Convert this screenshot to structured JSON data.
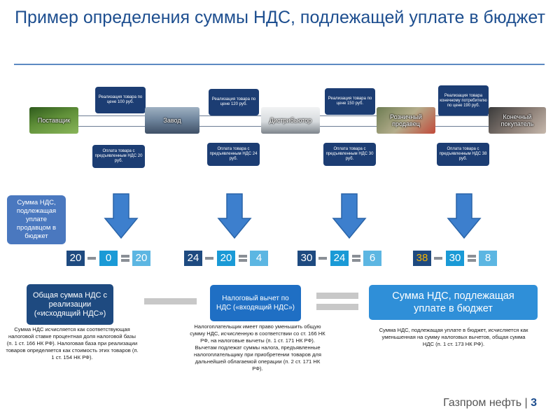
{
  "title": "Пример определения суммы НДС, подлежащей уплате в бюджет",
  "chain": [
    {
      "label": "Поставщик",
      "photo_colors": [
        "#3f6a28",
        "#7aa84a"
      ]
    },
    {
      "label": "Завод",
      "photo_colors": [
        "#56708a",
        "#a9b7c2"
      ]
    },
    {
      "label": "Дистрибьютор",
      "photo_colors": [
        "#8c939a",
        "#e6e8ea"
      ]
    },
    {
      "label": "Розничный продавец",
      "photo_colors": [
        "#5a6a4a",
        "#b7b29a"
      ]
    },
    {
      "label": "Конечный покупатель",
      "photo_colors": [
        "#4a4a4a",
        "#9a8f88"
      ]
    }
  ],
  "sales": [
    "Реализация товара по цене 100 руб.",
    "Реализация товара по цене 120 руб.",
    "Реализация товара по цене 150 руб.",
    "Реализация товара конечному потребителю по цене 190 руб."
  ],
  "payments": [
    "Оплата товара с предъявленным НДС 20 руб.",
    "Оплата товара с предъявленным НДС 24 руб.",
    "Оплата товара с предъявленным НДС 30 руб.",
    "Оплата товара с предъявленным НДС 38 руб."
  ],
  "vat_payable_label": "Сумма НДС, подлежащая уплате продавцом в бюджет",
  "equations": [
    {
      "output": "20",
      "input": "0",
      "result": "20"
    },
    {
      "output": "24",
      "input": "20",
      "result": "4"
    },
    {
      "output": "30",
      "input": "24",
      "result": "6"
    },
    {
      "output": "38",
      "input": "30",
      "result": "8"
    }
  ],
  "summary": {
    "output_vat": {
      "heading": "Общая сумма НДС с реализации («исходящий НДС»)",
      "note": "Сумма НДС исчисляется как соответствующая налоговой ставке процентная доля налоговой базы (п. 1 ст. 166 НК РФ). Налоговая база при реализации товаров определяется как стоимость этих товаров (п. 1 ст. 154 НК РФ)."
    },
    "input_vat": {
      "heading": "Налоговый вычет по НДС («входящий НДС»)",
      "note": "Налогоплательщик имеет право уменьшить общую сумму НДС, исчисленную в соответствии со ст. 166 НК РФ, на налоговые вычеты (п. 1 ст. 171 НК РФ). Вычетам подлежат суммы налога, предъявленные налогоплательщику при приобретении товаров для дальнейшей облагаемой операции (п. 2 ст. 171 НК РФ)."
    },
    "payable_vat": {
      "heading": "Сумма НДС, подлежащая уплате в бюджет",
      "note": "Сумма НДС, подлежащая уплате в бюджет, исчисляется как уменьшенная на сумму налоговых вычетов, общая сумма НДС (п. 1 ст. 173 НК РФ)."
    }
  },
  "footer": {
    "company": "Газпром нефть",
    "page": "3"
  },
  "colors": {
    "dark": "#1e4a80",
    "teal": "#1a9ad6",
    "light": "#5cb6e2",
    "arrow": "#3d7fcd",
    "highlight": "#f5b400"
  }
}
